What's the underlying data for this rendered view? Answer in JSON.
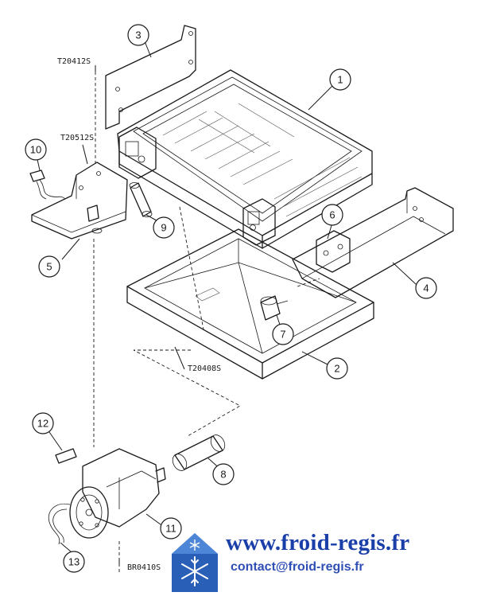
{
  "callouts": [
    {
      "id": "c1",
      "num": "1"
    },
    {
      "id": "c2",
      "num": "2"
    },
    {
      "id": "c3",
      "num": "3"
    },
    {
      "id": "c4",
      "num": "4"
    },
    {
      "id": "c5",
      "num": "5"
    },
    {
      "id": "c6",
      "num": "6"
    },
    {
      "id": "c7",
      "num": "7"
    },
    {
      "id": "c8",
      "num": "8"
    },
    {
      "id": "c9",
      "num": "9"
    },
    {
      "id": "c10",
      "num": "10"
    },
    {
      "id": "c11",
      "num": "11"
    },
    {
      "id": "c12",
      "num": "12"
    },
    {
      "id": "c13",
      "num": "13"
    }
  ],
  "refs": {
    "r1": "T20412S",
    "r2": "T20512S",
    "r3": "T20408S",
    "r4": "BR0410S"
  },
  "brand": {
    "site": "www.froid-regis.fr",
    "email": "contact@froid-regis.fr",
    "logo_icon": "snowflake-house-logo",
    "colors": {
      "text": "#1a3fa8",
      "logo": "#2a5fb8"
    }
  }
}
